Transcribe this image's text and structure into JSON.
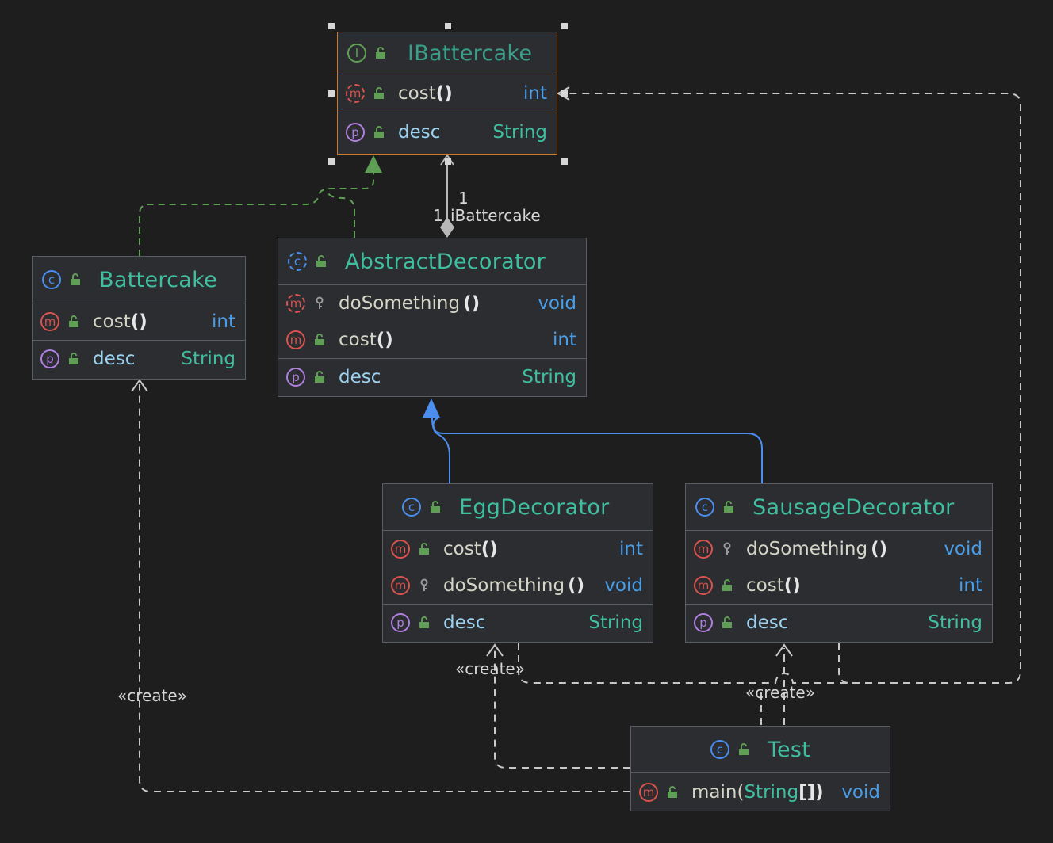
{
  "diagram": {
    "type": "UML class diagram",
    "classes": {
      "ibattercake": {
        "kind": "interface",
        "kind_icon": "interface-icon",
        "badge": "I",
        "name": "IBattercake",
        "selected": true,
        "methods": [
          {
            "badge": "m",
            "abstract": true,
            "visibility": "public",
            "name": "cost",
            "params": "()",
            "param_type": "",
            "return_type": "int"
          }
        ],
        "fields": [
          {
            "badge": "p",
            "visibility": "public",
            "name": "desc",
            "type": "String"
          }
        ]
      },
      "battercake": {
        "kind": "class",
        "badge": "c",
        "name": "Battercake",
        "methods": [
          {
            "badge": "m",
            "visibility": "public",
            "name": "cost",
            "params": "()",
            "return_type": "int"
          }
        ],
        "fields": [
          {
            "badge": "p",
            "visibility": "public",
            "name": "desc",
            "type": "String"
          }
        ]
      },
      "abstractdecorator": {
        "kind": "abstract class",
        "badge": "c",
        "name": "AbstractDecorator",
        "methods": [
          {
            "badge": "m",
            "abstract": true,
            "visibility": "protected",
            "name": "doSomething",
            "params": "()",
            "return_type": "void"
          },
          {
            "badge": "m",
            "visibility": "public",
            "name": "cost",
            "params": "()",
            "return_type": "int"
          }
        ],
        "fields": [
          {
            "badge": "p",
            "visibility": "public",
            "name": "desc",
            "type": "String"
          }
        ]
      },
      "eggdecorator": {
        "kind": "class",
        "badge": "c",
        "name": "EggDecorator",
        "methods": [
          {
            "badge": "m",
            "visibility": "public",
            "name": "cost",
            "params": "()",
            "return_type": "int"
          },
          {
            "badge": "m",
            "visibility": "protected",
            "name": "doSomething",
            "params": "()",
            "return_type": "void"
          }
        ],
        "fields": [
          {
            "badge": "p",
            "visibility": "public",
            "name": "desc",
            "type": "String"
          }
        ]
      },
      "sausagedecorator": {
        "kind": "class",
        "badge": "c",
        "name": "SausageDecorator",
        "methods": [
          {
            "badge": "m",
            "visibility": "protected",
            "name": "doSomething",
            "params": "()",
            "return_type": "void"
          },
          {
            "badge": "m",
            "visibility": "public",
            "name": "cost",
            "params": "()",
            "return_type": "int"
          }
        ],
        "fields": [
          {
            "badge": "p",
            "visibility": "public",
            "name": "desc",
            "type": "String"
          }
        ]
      },
      "test": {
        "kind": "class",
        "badge": "c",
        "name": "Test",
        "methods": [
          {
            "badge": "m",
            "visibility": "public",
            "name": "main",
            "param_open": "(",
            "param_type": "String",
            "param_close": "[])",
            "return_type": "void"
          }
        ],
        "fields": []
      }
    },
    "relations": [
      {
        "type": "realization",
        "from": "Battercake",
        "to": "IBattercake"
      },
      {
        "type": "realization",
        "from": "AbstractDecorator",
        "to": "IBattercake"
      },
      {
        "type": "composition",
        "from": "AbstractDecorator",
        "to": "IBattercake",
        "label": "iBattercake",
        "source_multiplicity": "1",
        "target_multiplicity": "1"
      },
      {
        "type": "generalization",
        "from": "EggDecorator",
        "to": "AbstractDecorator"
      },
      {
        "type": "generalization",
        "from": "SausageDecorator",
        "to": "AbstractDecorator"
      },
      {
        "type": "dependency",
        "from": "Test",
        "to": "Battercake",
        "label": "«create»"
      },
      {
        "type": "dependency",
        "from": "Test",
        "to": "EggDecorator",
        "label": "«create»"
      },
      {
        "type": "dependency",
        "from": "Test",
        "to": "SausageDecorator",
        "label": "«create»"
      },
      {
        "type": "dependency",
        "from": "EggDecorator",
        "to": "IBattercake"
      },
      {
        "type": "dependency",
        "from": "SausageDecorator",
        "to": "IBattercake"
      }
    ],
    "edge_labels": {
      "composition_role": "iBattercake",
      "composition_mult_target": "1",
      "composition_mult_source": "1",
      "create_battercake": "«create»",
      "create_egg": "«create»",
      "create_sausage": "«create»"
    },
    "colors": {
      "background": "#1e1e1e",
      "node_fill": "#2b2d30",
      "node_border": "#5a5d63",
      "selection_border": "#c87a32",
      "class_name": "#3fbfa0",
      "return_type": "#4a9ee8",
      "string_type": "#3fbfa0",
      "field_name": "#9cd2f0",
      "method_name": "#d5d5c7",
      "realization_edge": "#5f9f55",
      "generalization_edge": "#4b8ef0",
      "dependency_edge": "#c8c8c8"
    }
  }
}
